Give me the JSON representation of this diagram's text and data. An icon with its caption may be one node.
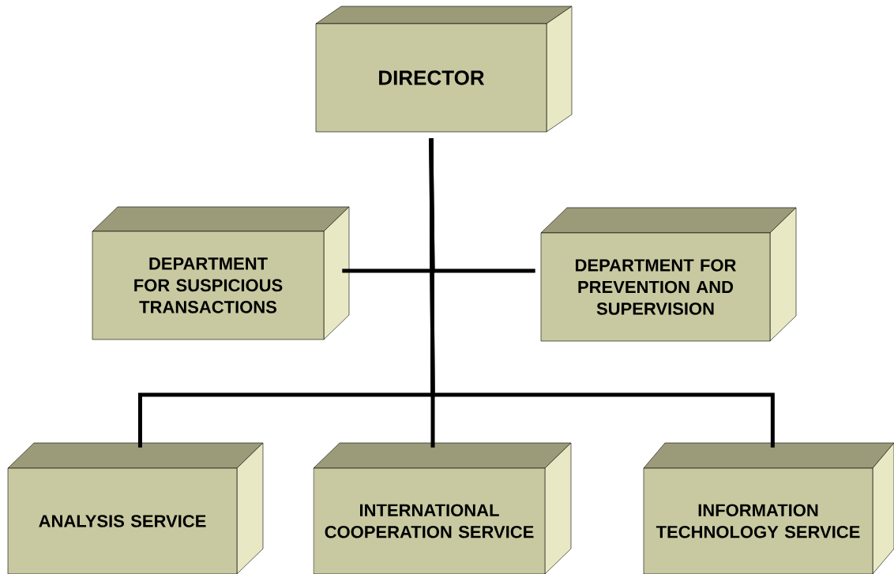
{
  "diagram": {
    "nodes": [
      {
        "text": [
          "DIRECTOR"
        ]
      },
      {
        "text": [
          "DEPARTMENT FOR SUSPICIOUS TRANSACTIONS"
        ]
      },
      {
        "text": [
          "DEPARTMENT FOR PREVENTION AND SUPERVISION"
        ]
      },
      {
        "text": [
          "ANALYSIS SERVICE"
        ]
      },
      {
        "text": [
          "INTERNATIONAL COOPERATION SERVICE"
        ]
      },
      {
        "text": [
          "INFORMATION TECHNOLOGY SERVICE"
        ]
      }
    ],
    "edges": [
      {
        "from": 0,
        "to": 1,
        "arrow": "none"
      },
      {
        "from": 0,
        "to": 2,
        "arrow": "none"
      },
      {
        "from": 0,
        "to": 3,
        "arrow": "none"
      },
      {
        "from": 0,
        "to": 4,
        "arrow": "none"
      },
      {
        "from": 0,
        "to": 5,
        "arrow": "none"
      }
    ]
  }
}
